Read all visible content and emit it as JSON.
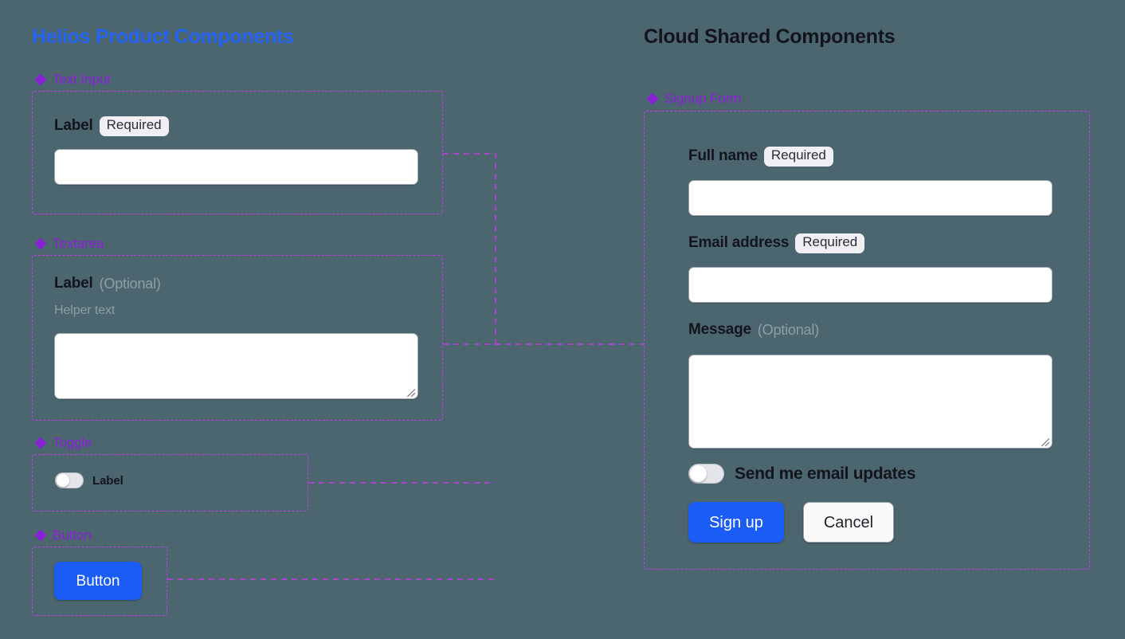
{
  "theme": {
    "background": "#4c6670",
    "accent_blue": "#2563f5",
    "accent_purple": "#8c20d8",
    "dash_border": "#c13ae8",
    "title_dark": "#14141c",
    "muted_text": "#8f9ea5",
    "badge_bg": "#f0f0f4",
    "primary_button": "#1a5cf5"
  },
  "left_panel": {
    "title": "Helios Product Components",
    "sections": [
      {
        "icon": "diamond-cluster-icon",
        "name": "Text Input",
        "field": {
          "label": "Label",
          "badge": "Required"
        }
      },
      {
        "icon": "diamond-cluster-icon",
        "name": "Textarea",
        "field": {
          "label": "Label",
          "optional": "(Optional)",
          "helper": "Helper text"
        }
      },
      {
        "icon": "diamond-cluster-icon",
        "name": "Toggle",
        "field": {
          "label": "Label"
        }
      },
      {
        "icon": "diamond-cluster-icon",
        "name": "Button",
        "field": {
          "label": "Button"
        }
      }
    ]
  },
  "right_panel": {
    "title": "Cloud Shared Components",
    "section": {
      "icon": "diamond-cluster-icon",
      "name": "Signup Form"
    },
    "form": {
      "full_name": {
        "label": "Full name",
        "badge": "Required",
        "value": ""
      },
      "email": {
        "label": "Email address",
        "badge": "Required",
        "value": ""
      },
      "message": {
        "label": "Message",
        "optional": "(Optional)",
        "value": ""
      },
      "updates_toggle": {
        "label": "Send me email updates",
        "state": "off"
      },
      "submit_button": "Sign up",
      "cancel_button": "Cancel"
    }
  }
}
